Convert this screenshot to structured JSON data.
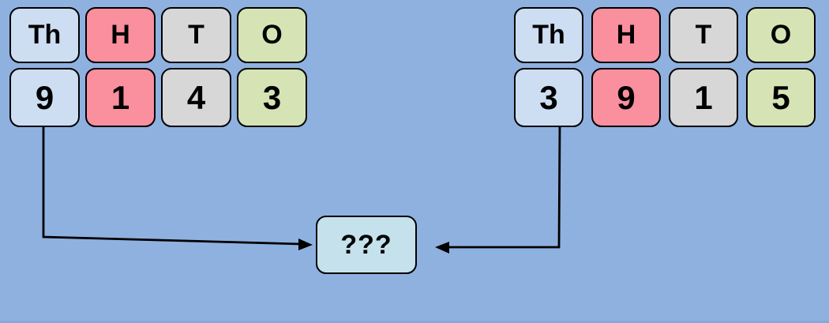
{
  "left_table": {
    "headers": [
      "Th",
      "H",
      "T",
      "O"
    ],
    "digits": [
      "9",
      "1",
      "4",
      "3"
    ]
  },
  "right_table": {
    "headers": [
      "Th",
      "H",
      "T",
      "O"
    ],
    "digits": [
      "3",
      "9",
      "1",
      "5"
    ]
  },
  "result_box": {
    "label": "???"
  },
  "colors": {
    "background": "#8fb1e0",
    "thousands_fill": "#cdddf2",
    "hundreds_fill": "#fa8f9e",
    "tens_fill": "#d7d7d7",
    "ones_fill": "#d6e3b5",
    "result_fill": "#c5e2ec",
    "stroke": "#000000",
    "bottom_edge": "#84a9db"
  }
}
